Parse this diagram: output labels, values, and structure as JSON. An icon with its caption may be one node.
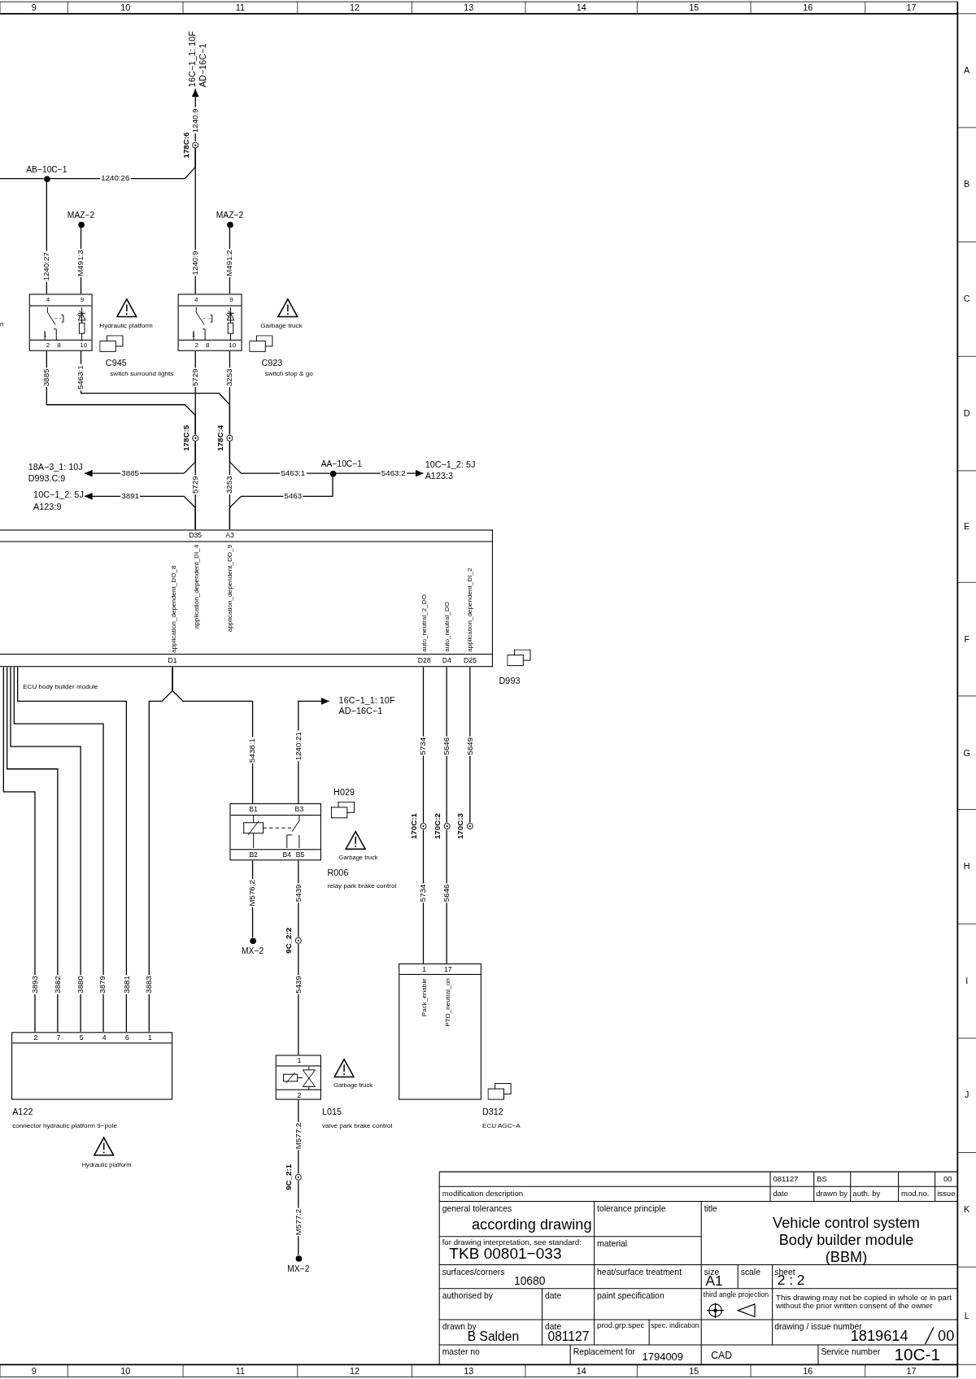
{
  "diagram": {
    "title": "Vehicle control system Body builder module (BBM)",
    "nodes": [
      {
        "text": [
          "AB−10C−1"
        ]
      },
      {
        "text": [
          "16C−1_1: 10F",
          "AD−16C−1"
        ]
      },
      {
        "text": [
          "178C:6"
        ]
      },
      {
        "text": [
          "MAZ−2"
        ]
      },
      {
        "text": [
          "MAZ−2"
        ]
      },
      {
        "text": [
          "4",
          "9",
          "1",
          "2",
          "8",
          "10"
        ],
        "beside": [
          "Hydraulic platform",
          "C945",
          "switch surround lights"
        ]
      },
      {
        "text": [
          "4",
          "9",
          "1",
          "2",
          "8",
          "10"
        ],
        "beside": [
          "Garbage truck",
          "C923",
          "switch stop & go"
        ]
      },
      {
        "text": [
          "178C:5"
        ]
      },
      {
        "text": [
          "178C:4"
        ]
      },
      {
        "text": [
          "18A−3_1: 10J",
          "D993.C:9"
        ]
      },
      {
        "text": [
          "10C−1_2: 5J",
          "A123:9"
        ]
      },
      {
        "text": [
          "AA−10C−1"
        ]
      },
      {
        "text": [
          "10C−1_2: 5J",
          "A123:3"
        ]
      },
      {
        "text": [
          "D35",
          "A3",
          "application_dependent_DO_8",
          "application_dependent_DI_4",
          "application_dependent_DO_9",
          "auto_neutral_2_DO",
          "auto_neutral_DO",
          "application_dependent_DI_2",
          "D1",
          "D28",
          "D4",
          "D25"
        ],
        "beside": [
          "D993",
          "ECU body builder module"
        ]
      },
      {
        "text": [
          "16C−1_1: 10F",
          "AD−16C−1"
        ]
      },
      {
        "text": [
          "B1",
          "B3",
          "B2",
          "B4",
          "B5"
        ],
        "beside": [
          "H029",
          "Garbage truck",
          "R006",
          "relay park brake control"
        ]
      },
      {
        "text": [
          "MX−2"
        ]
      },
      {
        "text": [
          "170C:1"
        ]
      },
      {
        "text": [
          "170C:2"
        ]
      },
      {
        "text": [
          "170C:3"
        ]
      },
      {
        "text": [
          "9C_2:2"
        ]
      },
      {
        "text": [
          "2",
          "7",
          "5",
          "4",
          "6",
          "1"
        ],
        "beside": [
          "A122",
          "connector hydraulic platform 9−pole",
          "Hydraulic platform"
        ]
      },
      {
        "text": [
          "1",
          "2"
        ],
        "beside": [
          "Garbage truck",
          "L015",
          "valve park brake control"
        ]
      },
      {
        "text": [
          "1",
          "17",
          "Pack_enable",
          "PTO_neutral_on"
        ],
        "beside": [
          "D312",
          "ECU AGC−A"
        ]
      },
      {
        "text": [
          "9C_2:1"
        ]
      },
      {
        "text": [
          "MX−2"
        ]
      }
    ],
    "edges": [
      {
        "from": null,
        "to": 0,
        "arrow": "none"
      },
      {
        "from": 0,
        "to": 2,
        "arrow": "none",
        "label": "1240:26"
      },
      {
        "from": 6,
        "to": 2,
        "arrow": "none",
        "label": "1240:9"
      },
      {
        "from": 2,
        "to": 1,
        "arrow": "to",
        "label": "1240:9"
      },
      {
        "from": 0,
        "to": 5,
        "arrow": "none",
        "label": "1240:27"
      },
      {
        "from": 3,
        "to": 5,
        "arrow": "none",
        "label": "M491:3"
      },
      {
        "from": 4,
        "to": 6,
        "arrow": "none",
        "label": "M491:2"
      },
      {
        "from": 5,
        "to": 7,
        "arrow": "none",
        "label": "3885"
      },
      {
        "from": 5,
        "to": 8,
        "arrow": "none",
        "label": "5463:1"
      },
      {
        "from": 6,
        "to": 7,
        "arrow": "none",
        "label": "5729"
      },
      {
        "from": 6,
        "to": 8,
        "arrow": "none",
        "label": "3253"
      },
      {
        "from": 7,
        "to": 9,
        "arrow": "to",
        "label": "3885"
      },
      {
        "from": 7,
        "to": 13,
        "arrow": "none",
        "label": "5729"
      },
      {
        "from": 13,
        "to": 10,
        "arrow": "to",
        "label": "3891"
      },
      {
        "from": 8,
        "to": 11,
        "arrow": "none",
        "label": "5463:1"
      },
      {
        "from": 11,
        "to": 12,
        "arrow": "to",
        "label": "5463:2"
      },
      {
        "from": 11,
        "to": 13,
        "arrow": "none",
        "label": "5463"
      },
      {
        "from": 8,
        "to": 13,
        "arrow": "none",
        "label": "3253"
      },
      {
        "from": 13,
        "to": 21,
        "arrow": "none",
        "label": "3883"
      },
      {
        "from": 13,
        "to": 15,
        "arrow": "none",
        "label": "5438:1"
      },
      {
        "from": 15,
        "to": 14,
        "arrow": "to",
        "label": "1240:21"
      },
      {
        "from": 15,
        "to": 16,
        "arrow": "none",
        "label": "M576:2"
      },
      {
        "from": 15,
        "to": 20,
        "arrow": "none",
        "label": "5439"
      },
      {
        "from": 20,
        "to": 22,
        "arrow": "none",
        "label": "5439"
      },
      {
        "from": 22,
        "to": 24,
        "arrow": "none",
        "label": "M577:2"
      },
      {
        "from": 24,
        "to": 25,
        "arrow": "none",
        "label": "M577:2"
      },
      {
        "from": 13,
        "to": 17,
        "arrow": "none",
        "label": "5734"
      },
      {
        "from": 17,
        "to": 23,
        "arrow": "none",
        "label": "5734"
      },
      {
        "from": 13,
        "to": 18,
        "arrow": "none",
        "label": "5646"
      },
      {
        "from": 18,
        "to": 23,
        "arrow": "none",
        "label": "5646"
      },
      {
        "from": 13,
        "to": 19,
        "arrow": "none",
        "label": "5649"
      },
      {
        "from": 13,
        "to": 21,
        "arrow": "none",
        "label": "3893"
      },
      {
        "from": 13,
        "to": 21,
        "arrow": "none",
        "label": "3882"
      },
      {
        "from": 13,
        "to": 21,
        "arrow": "none",
        "label": "3880"
      },
      {
        "from": 13,
        "to": 21,
        "arrow": "none",
        "label": "3879"
      },
      {
        "from": 13,
        "to": 21,
        "arrow": "none",
        "label": "3881"
      }
    ],
    "labels": [
      "9",
      "10",
      "11",
      "12",
      "13",
      "14",
      "15",
      "16",
      "17",
      "9",
      "10",
      "11",
      "12",
      "13",
      "14",
      "15",
      "16",
      "17",
      "A",
      "B",
      "C",
      "D",
      "E",
      "F",
      "G",
      "H",
      "I",
      "J",
      "K",
      "L",
      "n",
      "081127",
      "BS",
      "00",
      "modification description",
      "date",
      "drawn by",
      "auth. by",
      "mod.no.",
      "issue",
      "general tolerances",
      "according drawing",
      "tolerance principle",
      "title",
      "for drawing interpretation, see standard:",
      "TKB 00801−033",
      "material",
      "surfaces/corners",
      "10680",
      "heat/surface treatment",
      "size",
      "scale",
      "sheet",
      "A1",
      "2 : 2",
      "authorised by",
      "date",
      "paint specification",
      "third angle projection",
      "This drawing may not be copied in whole or in part without the prior written consent of the owner",
      "drawn by",
      "date",
      "prod.grp.spec",
      "spec. indication",
      "drawing / issue number",
      "B Salden",
      "081127",
      "1819614",
      "00",
      "master no",
      "Replacement for",
      "1794009",
      "CAD",
      "Service number",
      "10C-1"
    ]
  }
}
